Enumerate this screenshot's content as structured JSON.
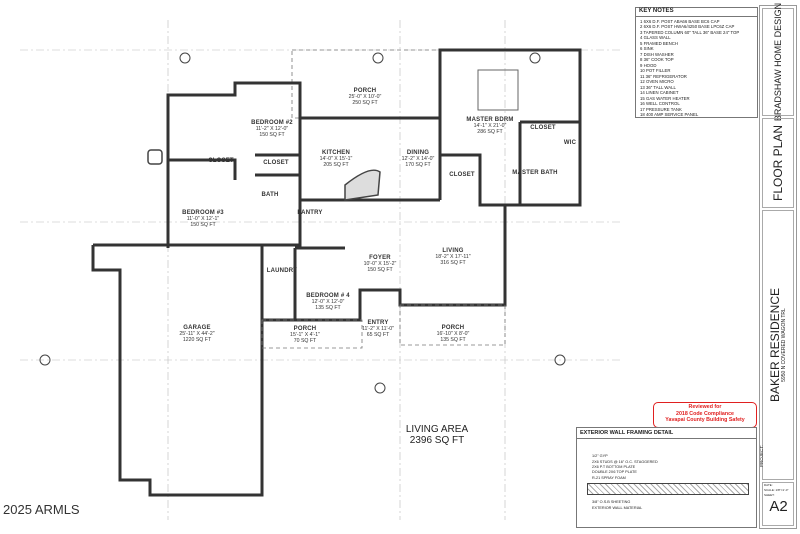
{
  "key_notes": {
    "title": "KEY NOTES",
    "items": [
      "1 6X6 D.F. POST ABA66 BASE BC6 CAP",
      "2 6X6 D.F. POST HWA6/4250 BASE LPC6Z CAP",
      "3 TAPERED COLUMN 60\" TALL 36\" BASE 24\" TOP",
      "4 GLASS WALL",
      "5 FRAMED BENCH",
      "6 SINK",
      "7 DISH WASHER",
      "8 36\" COOK TOP",
      "9 HOOD",
      "10 POT FILLER",
      "11 36\" REFRIGERATOR",
      "12 OVEN MICRO",
      "13 36\" TALL WALL",
      "14 LINEN CABINET",
      "15 GAS WATER HEATER",
      "16 WELL CONTROL",
      "17 PRESSURE TANK",
      "18 400 AMP SERVICE PANEL"
    ]
  },
  "title_block": {
    "company": "BRADSHAW HOME DESIGN",
    "sheet_title": "FLOOR PLAN",
    "project_name": "BAKER RESIDENCE",
    "project_address": "5950 N COVERED WAGON TRL",
    "project_label": "PROJECT:",
    "date_label": "DATE:",
    "scale_label": "SCALE: 1/8\"=1'-0\"",
    "sheet_label": "SHEET:",
    "sheet_number": "A2"
  },
  "stamp": {
    "line1": "Reviewed for",
    "line2": "2018 Code Compliance",
    "line3": "Yavapai County Building Safety",
    "color": "#e02020"
  },
  "detail": {
    "title": "EXTERIOR WALL FRAMING DETAIL",
    "labels": [
      "1/2\" GYP",
      "2X6 STUDS @ 16\" O.C. STAGGERED",
      "2X6 P.T BOTTOM PLATE",
      "DOUBLE 2X6 TOP PLATE",
      "R-21 SPRAY FOAM",
      "3/8\" O.S.B SHEETING",
      "EXTERIOR WALL MATERIAL"
    ]
  },
  "rooms": [
    {
      "name": "PORCH",
      "dims": "25'-0\" X 10'-0\"",
      "area": "250 SQ FT"
    },
    {
      "name": "BEDROOM #2",
      "dims": "11'-2\" X 12'-0\"",
      "area": "150 SQ FT"
    },
    {
      "name": "KITCHEN",
      "dims": "14'-0\" X 15'-1\"",
      "area": "205 SQ FT"
    },
    {
      "name": "DINING",
      "dims": "12'-2\" X 14'-0\"",
      "area": "170 SQ FT"
    },
    {
      "name": "MASTER BDRM",
      "dims": "14'-1\" X 21'-0\"",
      "area": "286 SQ FT"
    },
    {
      "name": "BEDROOM #3",
      "dims": "11'-0\" X 12'-1\"",
      "area": "150 SQ FT"
    },
    {
      "name": "LIVING",
      "dims": "18'-2\" X 17'-11\"",
      "area": "316 SQ FT"
    },
    {
      "name": "FOYER",
      "dims": "10'-0\" X 15'-2\"",
      "area": "150 SQ FT"
    },
    {
      "name": "BEDROOM # 4",
      "dims": "12'-0\" X 12'-0\"",
      "area": "135 SQ FT"
    },
    {
      "name": "GARAGE",
      "dims": "25'-11\" X 44'-2\"",
      "area": "1220 SQ FT"
    },
    {
      "name": "PORCH",
      "dims": "15'-1\" X 4'-1\"",
      "area": "70 SQ FT"
    },
    {
      "name": "ENTRY",
      "dims": "11'-2\" X 11'-0\"",
      "area": "65 SQ FT"
    },
    {
      "name": "PORCH",
      "dims": "16'-10\" X 8'-0\"",
      "area": "135 SQ FT"
    },
    {
      "name": "CLOSET",
      "dims": "",
      "area": ""
    },
    {
      "name": "CLOSET",
      "dims": "",
      "area": ""
    },
    {
      "name": "CLOSET",
      "dims": "",
      "area": ""
    },
    {
      "name": "CLOSET",
      "dims": "",
      "area": ""
    },
    {
      "name": "MASTER BATH",
      "dims": "",
      "area": ""
    },
    {
      "name": "LAUNDRY",
      "dims": "",
      "area": ""
    },
    {
      "name": "PANTRY",
      "dims": "",
      "area": ""
    },
    {
      "name": "BATH",
      "dims": "",
      "area": ""
    },
    {
      "name": "WIC",
      "dims": "",
      "area": ""
    }
  ],
  "living_area": {
    "label": "LIVING AREA",
    "value": "2396 SQ FT"
  },
  "watermark": "2025 ARMLS"
}
